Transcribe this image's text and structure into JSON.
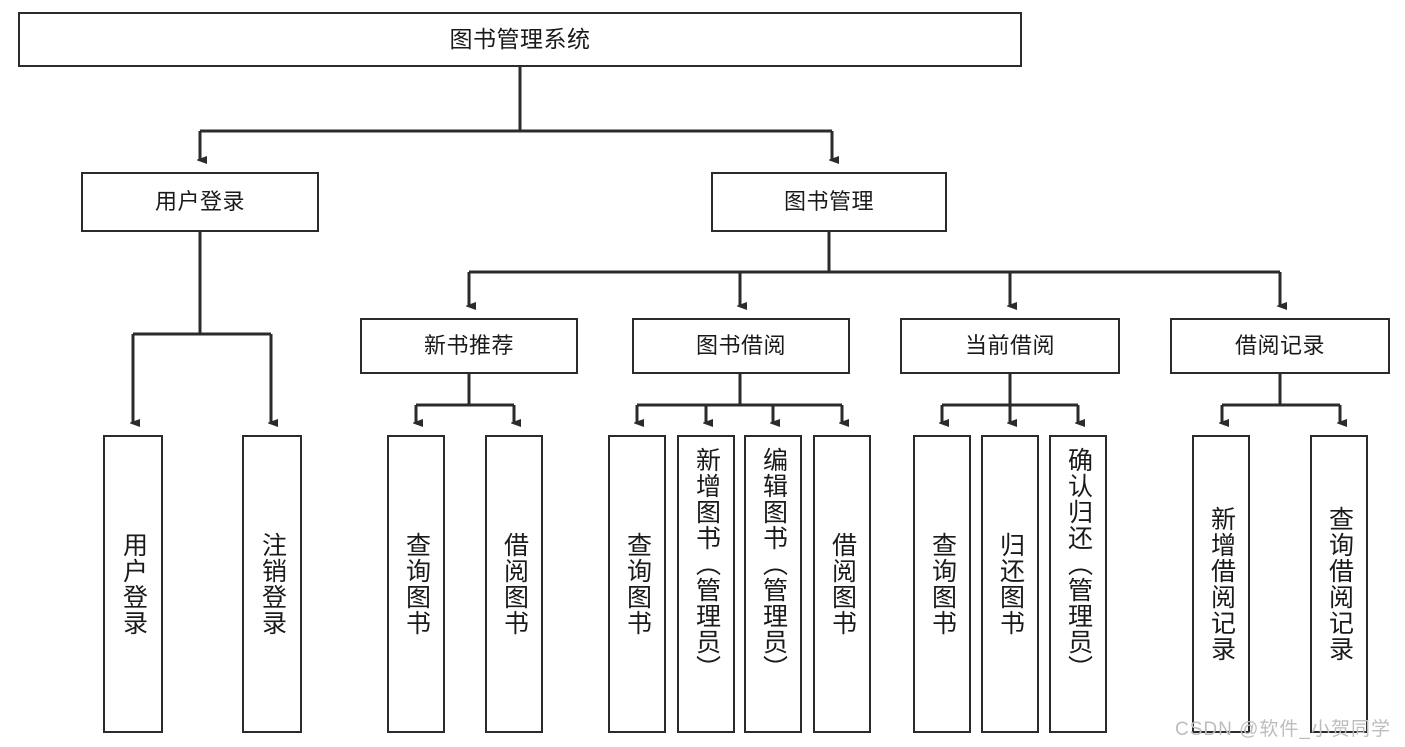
{
  "diagram": {
    "title": "图书管理系统",
    "type": "tree-hierarchy",
    "watermark": "CSDN @软件_小贺同学",
    "colors": {
      "stroke": "#2b2b2b",
      "fill": "#ffffff",
      "text": "#1a1a1a",
      "watermark": "#bdbdbd"
    }
  },
  "nodes": {
    "root": {
      "label": "图书管理系统"
    },
    "level1": [
      {
        "label": "用户登录"
      },
      {
        "label": "图书管理"
      }
    ],
    "level2": [
      {
        "label": "新书推荐"
      },
      {
        "label": "图书借阅"
      },
      {
        "label": "当前借阅"
      },
      {
        "label": "借阅记录"
      }
    ],
    "leaves": {
      "user_login": [
        {
          "label": "用户登录"
        },
        {
          "label": "注销登录"
        }
      ],
      "new_book_recommend": [
        {
          "label": "查询图书"
        },
        {
          "label": "借阅图书"
        }
      ],
      "book_borrow": [
        {
          "label": "查询图书"
        },
        {
          "label": "新增图书（管理员）"
        },
        {
          "label": "编辑图书（管理员）"
        },
        {
          "label": "借阅图书"
        }
      ],
      "current_borrow": [
        {
          "label": "查询图书"
        },
        {
          "label": "归还图书"
        },
        {
          "label": "确认归还（管理员）"
        }
      ],
      "borrow_record": [
        {
          "label": "新增借阅记录"
        },
        {
          "label": "查询借阅记录"
        }
      ]
    }
  }
}
